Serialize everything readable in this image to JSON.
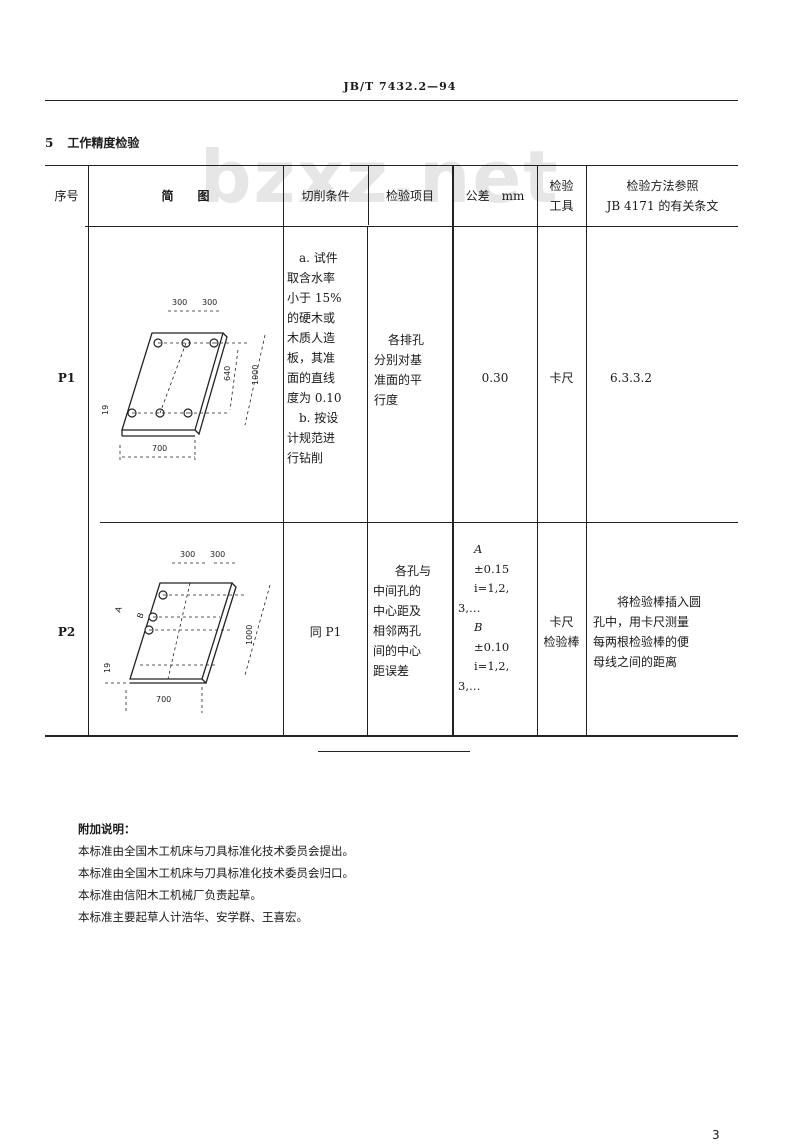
{
  "header": {
    "standard_code": "JB/T 7432.2—94"
  },
  "section": {
    "number": "5",
    "title": "工作精度检验"
  },
  "watermark": "bzxz.net",
  "table": {
    "headers": {
      "seq": "序号",
      "diagram": "简　　图",
      "cutting": "切削条件",
      "item": "检验项目",
      "tolerance": "公差　mm",
      "tool_line1": "检验",
      "tool_line2": "工具",
      "method_line1": "检验方法参照",
      "method_line2": "JB 4171 的有关条文"
    },
    "rows": [
      {
        "seq": "P1",
        "diagram_labels": {
          "spacing_a": "300",
          "spacing_b": "300",
          "depth": "640",
          "length": "1000",
          "thickness": "19",
          "width": "700"
        },
        "cutting_lines": [
          "a. 试件",
          "取含水率",
          "小于 15%",
          "的硬木或",
          "木质人造",
          "板，其准",
          "面的直线",
          "度为 0.10",
          "b. 按设",
          "计规范进",
          "行钻削"
        ],
        "item_lines": [
          "各排孔",
          "分别对基",
          "准面的平",
          "行度"
        ],
        "tolerance": "0.30",
        "tool_lines": [
          "卡尺"
        ],
        "method_lines": [
          "6.3.3.2"
        ]
      },
      {
        "seq": "P2",
        "diagram_labels": {
          "spacing_a": "300",
          "spacing_b": "300",
          "label_a": "A",
          "label_b": "B",
          "length": "1000",
          "thickness": "19",
          "width": "700"
        },
        "cutting_lines": [
          "同 P1"
        ],
        "item_lines": [
          "各孔与",
          "中间孔的",
          "中心距及",
          "相邻两孔",
          "间的中心",
          "距误差"
        ],
        "tolerance_lines": [
          "A",
          "±0.15",
          "i=1,2,",
          "3,…",
          "B",
          "±0.10",
          "i=1,2,",
          "3,…"
        ],
        "tool_lines": [
          "卡尺",
          "检验棒"
        ],
        "method_lines": [
          "将检验棒插入圆",
          "孔中，用卡尺测量",
          "每两根检验棒的便",
          "母线之间的距离"
        ]
      }
    ]
  },
  "notes": {
    "title": "附加说明：",
    "lines": [
      "本标准由全国木工机床与刀具标准化技术委员会提出。",
      "本标准由全国木工机床与刀具标准化技术委员会归口。",
      "本标准由信阳木工机械厂负责起草。",
      "本标准主要起草人计浩华、安学群、王喜宏。"
    ]
  },
  "page_number": "3"
}
